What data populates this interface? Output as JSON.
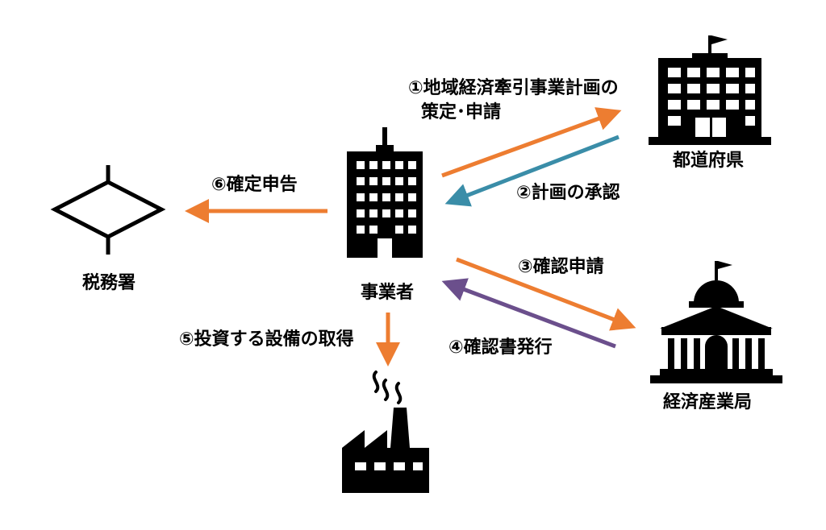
{
  "colors": {
    "orange": "#ED7D31",
    "teal": "#3A8DA8",
    "purple": "#6B4F8C",
    "icon": "#000000"
  },
  "nodes": {
    "business": {
      "label": "事業者",
      "icon": "office-tower-icon"
    },
    "prefecture": {
      "label": "都道府県",
      "icon": "government-building-icon"
    },
    "meti_bureau": {
      "label": "経済産業局",
      "icon": "domed-government-building-icon"
    },
    "tax_office": {
      "label": "税務署",
      "icon": "tax-office-map-symbol-icon"
    },
    "facility": {
      "icon": "factory-icon"
    }
  },
  "steps": [
    {
      "label_line1": "①地域経済牽引事業計画の",
      "label_line2": "策定･申請",
      "color": "orange"
    },
    {
      "label": "②計画の承認",
      "color": "teal"
    },
    {
      "label": "③確認申請",
      "color": "orange"
    },
    {
      "label": "④確認書発行",
      "color": "purple"
    },
    {
      "label": "⑤投資する設備の取得",
      "color": "orange"
    },
    {
      "label": "⑥確定申告",
      "color": "orange"
    }
  ]
}
